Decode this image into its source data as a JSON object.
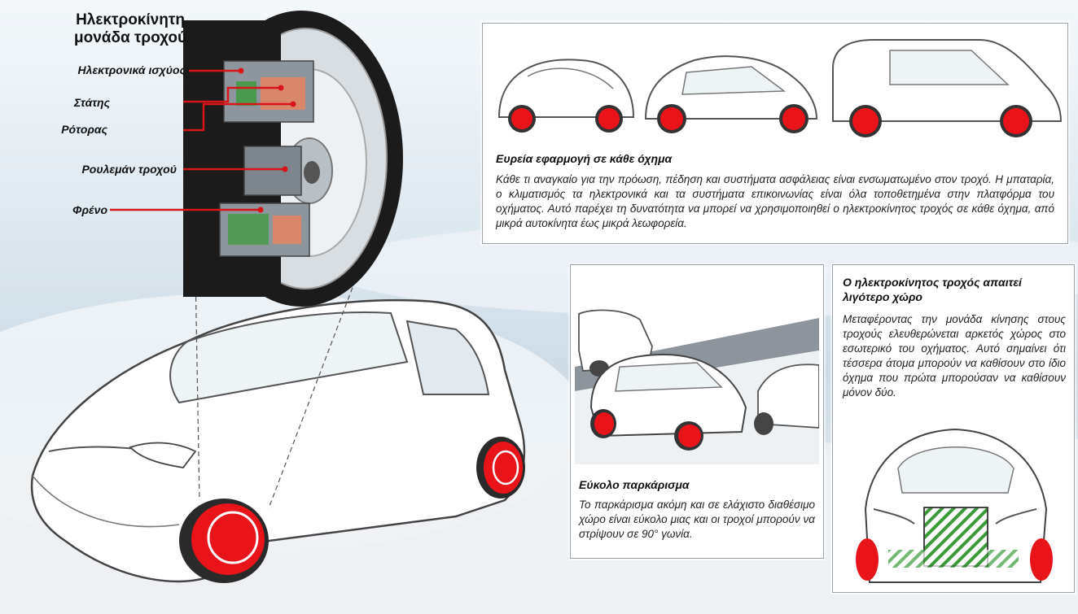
{
  "main_title": "Ηλεκτροκίνητη μονάδα τροχού",
  "wheel_labels": [
    {
      "text": "Ηλεκτρονικά ισχύος"
    },
    {
      "text": "Στάτης"
    },
    {
      "text": "Ρότορας"
    },
    {
      "text": "Ρουλεμάν τροχού"
    },
    {
      "text": "Φρένο"
    }
  ],
  "panels": {
    "wide_application": {
      "heading": "Ευρεία εφαρμογή σε κάθε όχημα",
      "body": "Κάθε τι αναγκαίο για την πρόωση, πέδηση και συστήματα ασφάλειας είναι ενσωματωμένο στον τροχό. Η μπαταρία, ο κλιματισμός τα ηλεκτρονικά και τα συστήματα επικοινωνίας είναι όλα τοποθετημένα στην πλατφόρμα του οχήματος. Αυτό παρέχει τη δυνατότητα να μπορεί να χρησιμοποιηθεί ο ηλεκτροκίνητος τροχός σε κάθε όχημα, από μικρά αυτοκίνητα έως μικρά λεωφορεία."
    },
    "easy_parking": {
      "heading": "Εύκολο παρκάρισμα",
      "body": "Το παρκάρισμα ακόμη και σε ελάχιστο διαθέσιμο χώρο είναι εύκολο μιας και οι τροχοί μπορούν να στρίψουν σε 90° γωνία."
    },
    "less_space": {
      "heading": "Ο ηλεκτροκίνητος τροχός απαιτεί λιγότερο χώρο",
      "body": "Μεταφέροντας την μονάδα κίνησης στους τροχούς ελευθερώνεται αρκετός χώρος στο εσωτερικό του οχήματος. Αυτό σημαίνει ότι τέσσερα άτομα μπορούν να καθίσουν στο ίδιο όχημα που πρώτα μπορούσαν να καθίσουν μόνον δύο."
    }
  },
  "colors": {
    "wheel_red": "#e8141a",
    "leader_red": "#d9141b",
    "hatch_green": "#3a9a3a",
    "tire_dark": "#1b1b1b"
  }
}
